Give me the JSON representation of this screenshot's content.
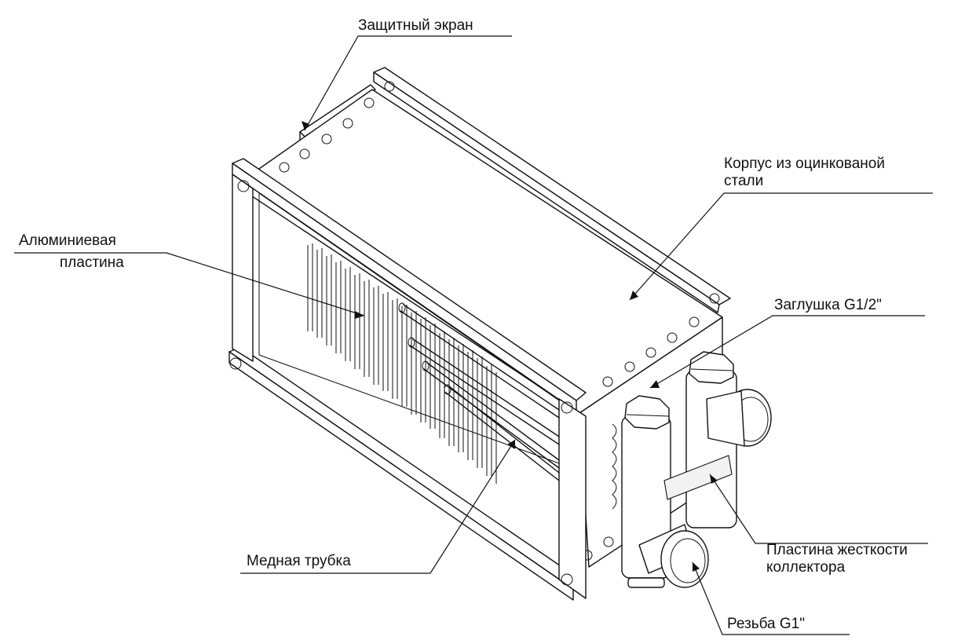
{
  "labels": {
    "screen": "Защитный экран",
    "housing_1": "Корпус из оцинкованой",
    "housing_2": "стали",
    "fin_1": "Алюминиевая",
    "fin_2": "пластина",
    "plug": "Заглушка G1/2\"",
    "stiff_1": "Пластина жесткости",
    "stiff_2": "коллектора",
    "tube": "Медная трубка",
    "thread": "Резьба G1\""
  }
}
